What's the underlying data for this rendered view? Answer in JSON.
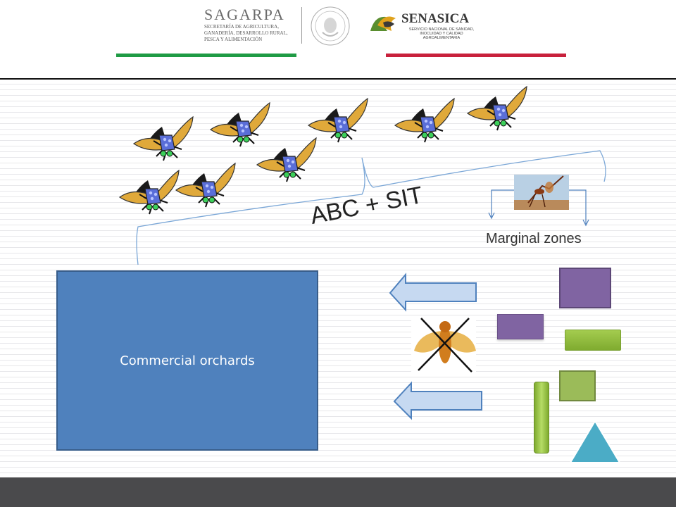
{
  "header": {
    "sagarpa_logo": "SAGARPA",
    "sagarpa_sub": [
      "SECRETARÍA DE AGRICULTURA,",
      "GANADERÍA, DESARROLLO RURAL,",
      "PESCA Y ALIMENTACIÓN"
    ],
    "senasica_logo": "SENASICA",
    "senasica_sub": [
      "SERVICIO NACIONAL DE SANIDAD,",
      "INOCUIDAD Y CALIDAD",
      "AGROALIMENTARIA"
    ],
    "accent_green": "#1f9b45",
    "accent_red": "#c8213c"
  },
  "diagram": {
    "abc_label": "ABC + SIT",
    "marginal_label": "Marginal zones",
    "orchard_label": "Commercial orchards",
    "orchard_color": "#4f81bd",
    "arrow_color": "#c6d9f1",
    "icons": [
      "fly-icon",
      "wasp-photo",
      "crossed-fruit-fly-photo"
    ]
  }
}
